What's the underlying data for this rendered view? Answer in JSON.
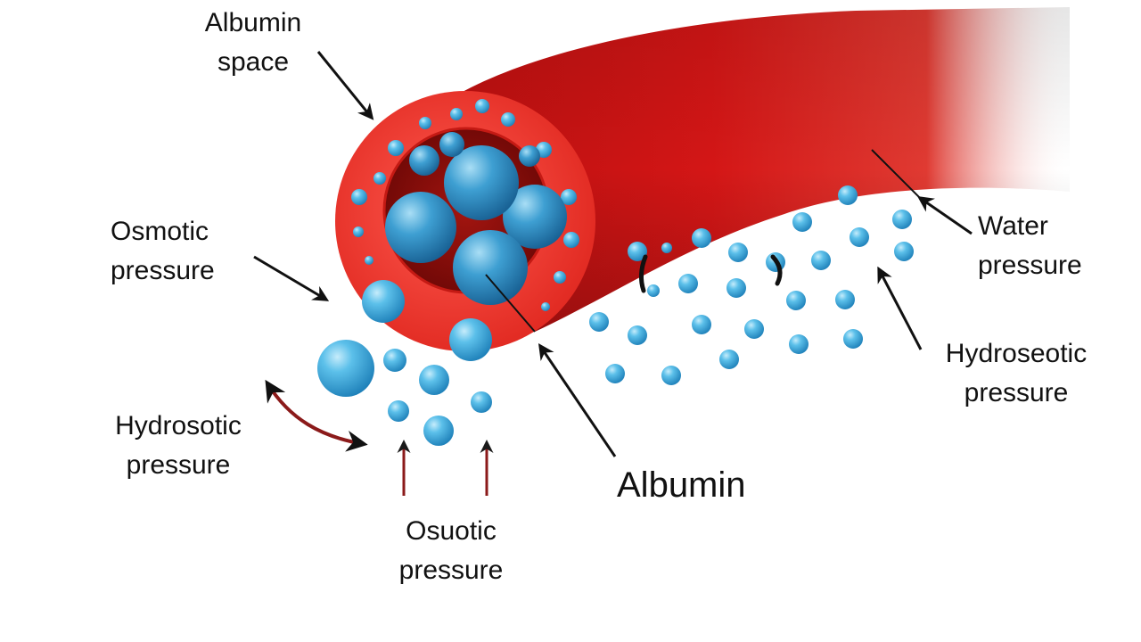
{
  "labels": {
    "albumin_space": {
      "line1": "Albumin",
      "line2": "space"
    },
    "osmotic_pressure": {
      "line1": "Osmotic",
      "line2": "pressure"
    },
    "hydrosotic_pressure": {
      "line1": "Hydrosotic",
      "line2": "pressure"
    },
    "osuotic_pressure": {
      "line1": "Osuotic",
      "line2": "pressure"
    },
    "albumin": "Albumin",
    "water_pressure": {
      "line1": "Water",
      "line2": "pressure"
    },
    "hydroseotic_pressure": {
      "line1": "Hydroseotic",
      "line2": "pressure"
    }
  },
  "colors": {
    "vessel_red": "#d41616",
    "vessel_rim": "#ea3a33",
    "lumen_dark": "#8d0d0a",
    "albumin_blue": "#3aa7dc",
    "arrow_black": "#111111",
    "arrow_red": "#8b1a1a"
  }
}
